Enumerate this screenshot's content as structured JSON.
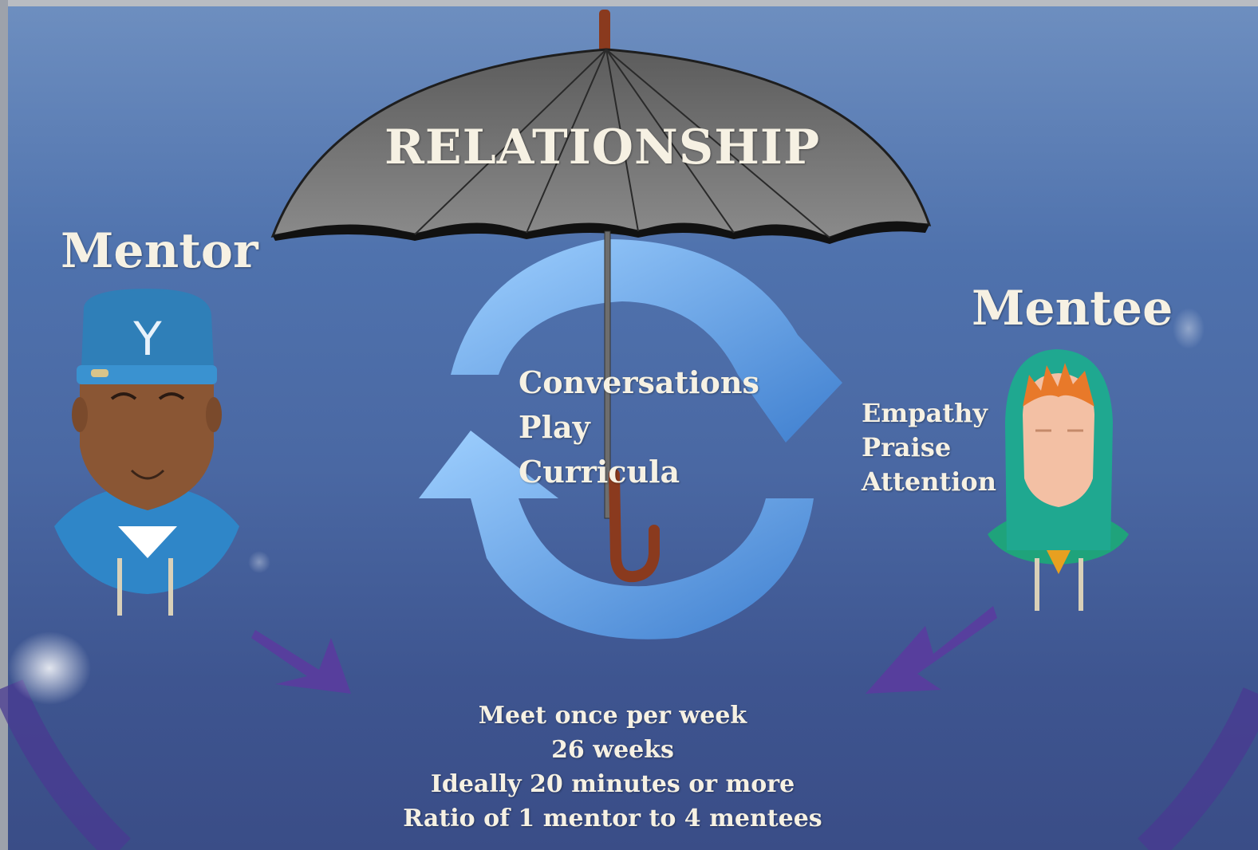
{
  "umbrella": {
    "label": "RELATIONSHIP"
  },
  "mentor": {
    "label": "Mentor",
    "cap_letter": "Y"
  },
  "mentee": {
    "label": "Mentee",
    "qualities": [
      "Empathy",
      "Praise",
      "Attention"
    ]
  },
  "activities": [
    "Conversations",
    "Play",
    "Curricula"
  ],
  "details": [
    "Meet once per week",
    "26 weeks",
    "Ideally 20 minutes or more",
    "Ratio of 1 mentor to 4 mentees"
  ],
  "colors": {
    "background": "#4a68a3",
    "text": "#f6f1e3",
    "umbrella": "#6b6b6b",
    "arrows": "#5a9be0",
    "pointer_arrows": "#5a3c9e"
  }
}
